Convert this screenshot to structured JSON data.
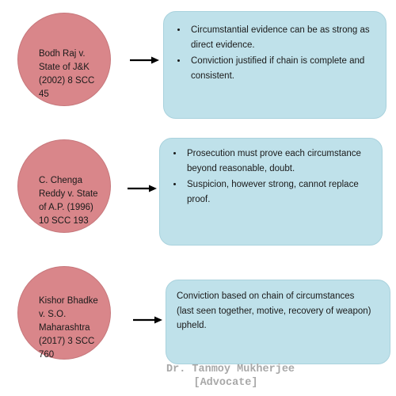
{
  "cases": [
    {
      "citation": "Bodh Raj v.\nState of J&K\n(2002)  8 SCC\n45",
      "points": [
        "Circumstantial evidence can be as strong as direct evidence.",
        "Conviction justified if chain is complete and consistent."
      ]
    },
    {
      "citation": "C. Chenga\nReddy v. State\nof A.P. (1996)\n10 SCC 193",
      "points": [
        "Prosecution must prove each circumstance beyond reasonable, doubt.",
        "Suspicion, however strong, cannot replace proof."
      ]
    },
    {
      "citation": "Kishor Bhadke\nv. S.O.\nMaharashtra\n(2017)  3 SCC\n760",
      "summary": "Conviction based on chain of circumstances (last seen together, motive, recovery of weapon) upheld."
    }
  ],
  "watermark": {
    "line1": "Dr. Tanmoy Mukherjee",
    "line2": "[Advocate]"
  },
  "colors": {
    "circle_fill": "#d9868a",
    "box_fill": "#bfe1ea",
    "arrow": "#000000",
    "watermark": "#a8a8a8"
  }
}
